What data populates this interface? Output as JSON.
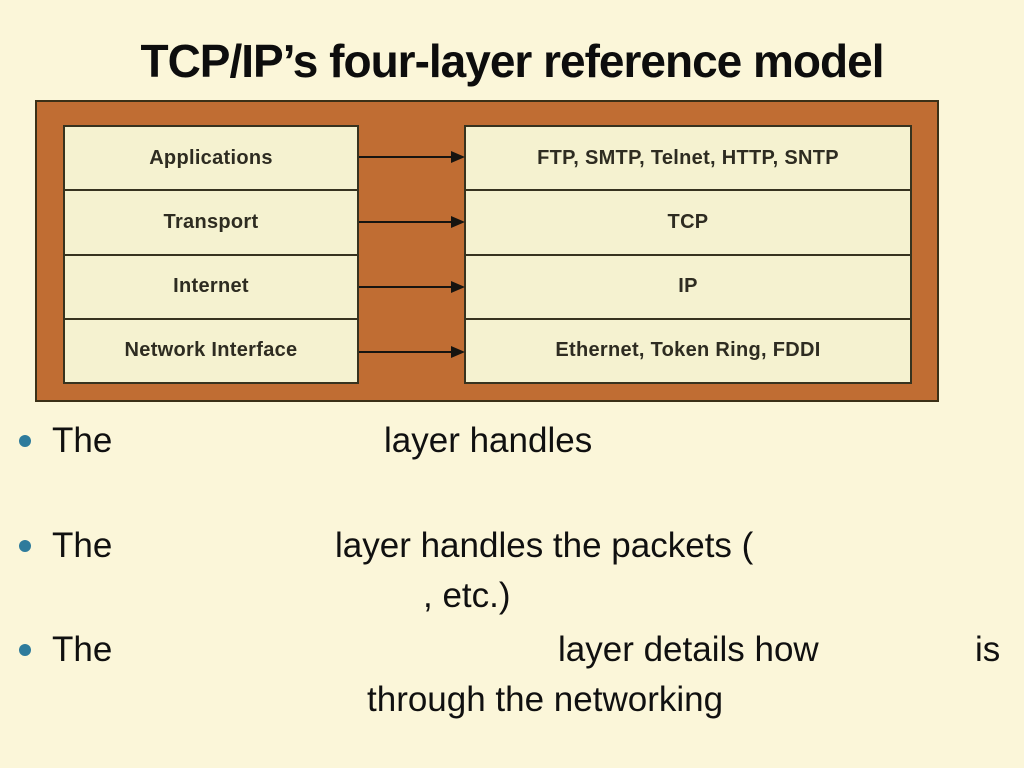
{
  "title": "TCP/IP’s four-layer reference model",
  "colors": {
    "page_background": "#fbf6d9",
    "panel_orange": "#c06d33",
    "box_fill": "#f5f2d0",
    "border_dark": "#37331f",
    "bullet_dot_teal": "#2e7b9c",
    "text_black": "#0d0d0d"
  },
  "diagram": {
    "rows": [
      {
        "layer": "Applications",
        "protocols": "FTP, SMTP, Telnet, HTTP, SNTP"
      },
      {
        "layer": "Transport",
        "protocols": "TCP"
      },
      {
        "layer": "Internet",
        "protocols": "IP"
      },
      {
        "layer": "Network Interface",
        "protocols": "Ethernet, Token Ring, FDDI"
      }
    ]
  },
  "bullets": [
    {
      "line1_start": "The",
      "line1_rest": "layer handles"
    },
    {
      "line1_start": "The",
      "line1_rest": "layer handles the packets (",
      "line2": ", etc.)"
    },
    {
      "line1_start": "The",
      "line1_mid": "layer details how",
      "line1_end": "is",
      "line2": "through the networking"
    }
  ]
}
